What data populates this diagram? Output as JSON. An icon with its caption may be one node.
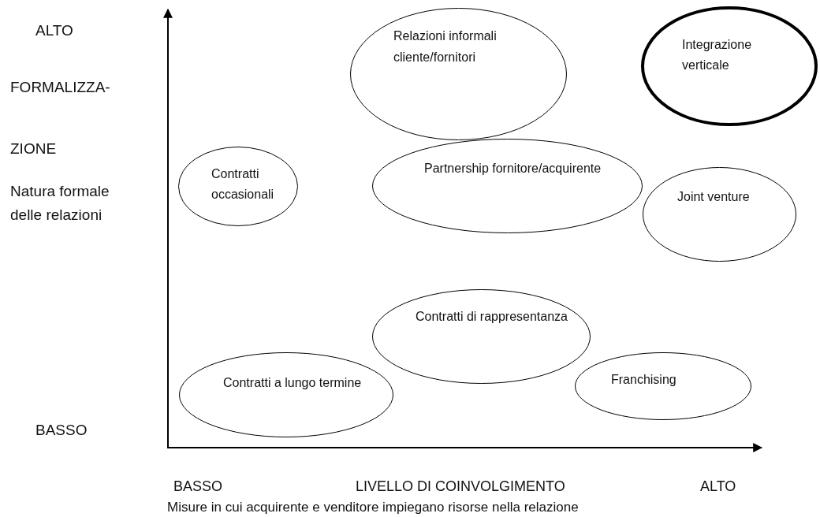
{
  "diagram": {
    "nodes": [
      {
        "text": [
          "Relazioni informali cliente/fornitori"
        ]
      },
      {
        "text": [
          "Integrazione verticale"
        ]
      },
      {
        "text": [
          "Contratti occasionali"
        ]
      },
      {
        "text": [
          "Partnership fornitore/acquirente"
        ]
      },
      {
        "text": [
          "Joint venture"
        ]
      },
      {
        "text": [
          "Contratti di rappresentanza"
        ]
      },
      {
        "text": [
          "Contratti a lungo termine"
        ]
      },
      {
        "text": [
          "Franchising"
        ]
      }
    ],
    "edges": [],
    "labels": [
      "ALTO",
      "FORMALIZZA-",
      "ZIONE",
      "Natura formale delle relazioni",
      "BASSO",
      "BASSO",
      "LIVELLO DI COINVOLGIMENTO",
      "ALTO",
      "Misure in cui acquirente e venditore impiegano risorse nella relazione"
    ]
  }
}
